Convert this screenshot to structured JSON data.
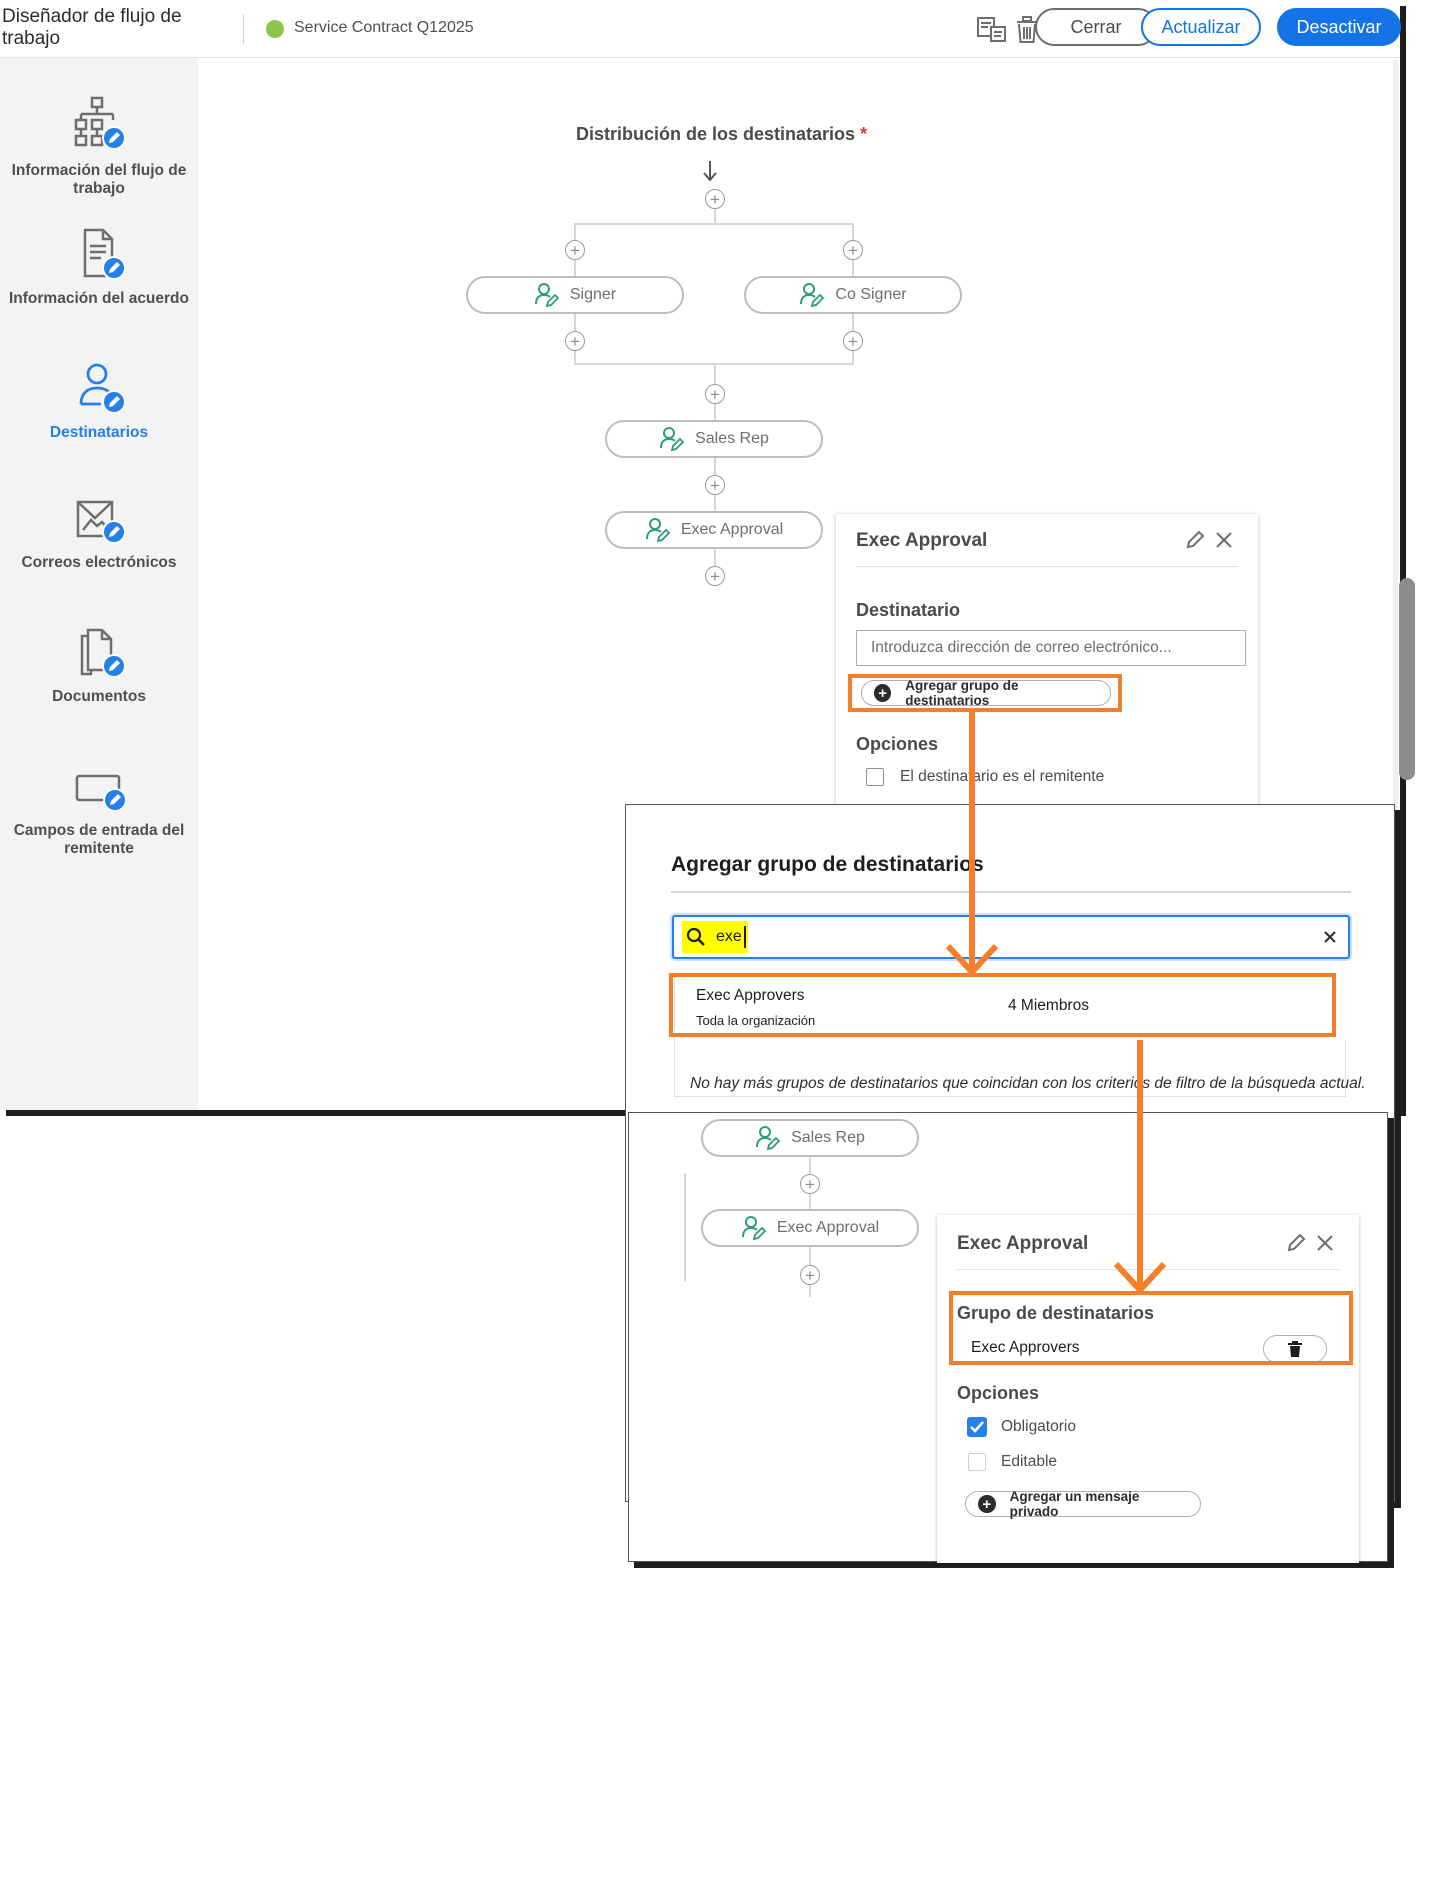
{
  "header": {
    "app_title": "Diseñador de flujo de trabajo",
    "status_color": "#8ec549",
    "agreement_name": "Service Contract Q12025",
    "buttons": {
      "close": "Cerrar",
      "update": "Actualizar",
      "deactivate": "Desactivar"
    },
    "icons": [
      "preview-icon",
      "trash-icon"
    ]
  },
  "sidebar": {
    "items": [
      {
        "label": "Información del flujo de trabajo",
        "icon": "workflow-info-icon"
      },
      {
        "label": "Información del acuerdo",
        "icon": "agreement-info-icon"
      },
      {
        "label": "Destinatarios",
        "icon": "recipients-icon",
        "active": true
      },
      {
        "label": "Correos electrónicos",
        "icon": "emails-icon"
      },
      {
        "label": "Documentos",
        "icon": "documents-icon"
      },
      {
        "label": "Campos de entrada del remitente",
        "icon": "sender-fields-icon"
      }
    ]
  },
  "flow": {
    "title": "Distribución de los destinatarios",
    "required_mark": "*",
    "nodes": {
      "signer": "Signer",
      "co_signer": "Co Signer",
      "sales_rep": "Sales Rep",
      "exec_approval": "Exec Approval"
    }
  },
  "panel": {
    "title": "Exec Approval",
    "recipient_section": "Destinatario",
    "email_placeholder": "Introduzca dirección de correo electrónico...",
    "add_group_button": "Agregar grupo de destinatarios",
    "options_section": "Opciones",
    "sender_is_recipient": "El destinatario es el remitente"
  },
  "dialog": {
    "title": "Agregar grupo de destinatarios",
    "search_value": "exe",
    "result": {
      "name": "Exec Approvers",
      "scope": "Toda la organización",
      "members": "4 Miembros"
    },
    "no_more_message": "No hay más grupos de destinatarios que coincidan con los criterios de filtro de la búsqueda actual."
  },
  "result_panel": {
    "title": "Exec Approval",
    "group_section": "Grupo de destinatarios",
    "group_name": "Exec Approvers",
    "options_section": "Opciones",
    "required_label": "Obligatorio",
    "required_checked": true,
    "editable_label": "Editable",
    "editable_checked": false,
    "private_message_button": "Agregar un mensaje privado"
  },
  "colors": {
    "accent": "#1473e6",
    "highlight": "#f47e2a",
    "search_highlight": "#ffff00",
    "recipient_icon": "#2d9d78"
  }
}
